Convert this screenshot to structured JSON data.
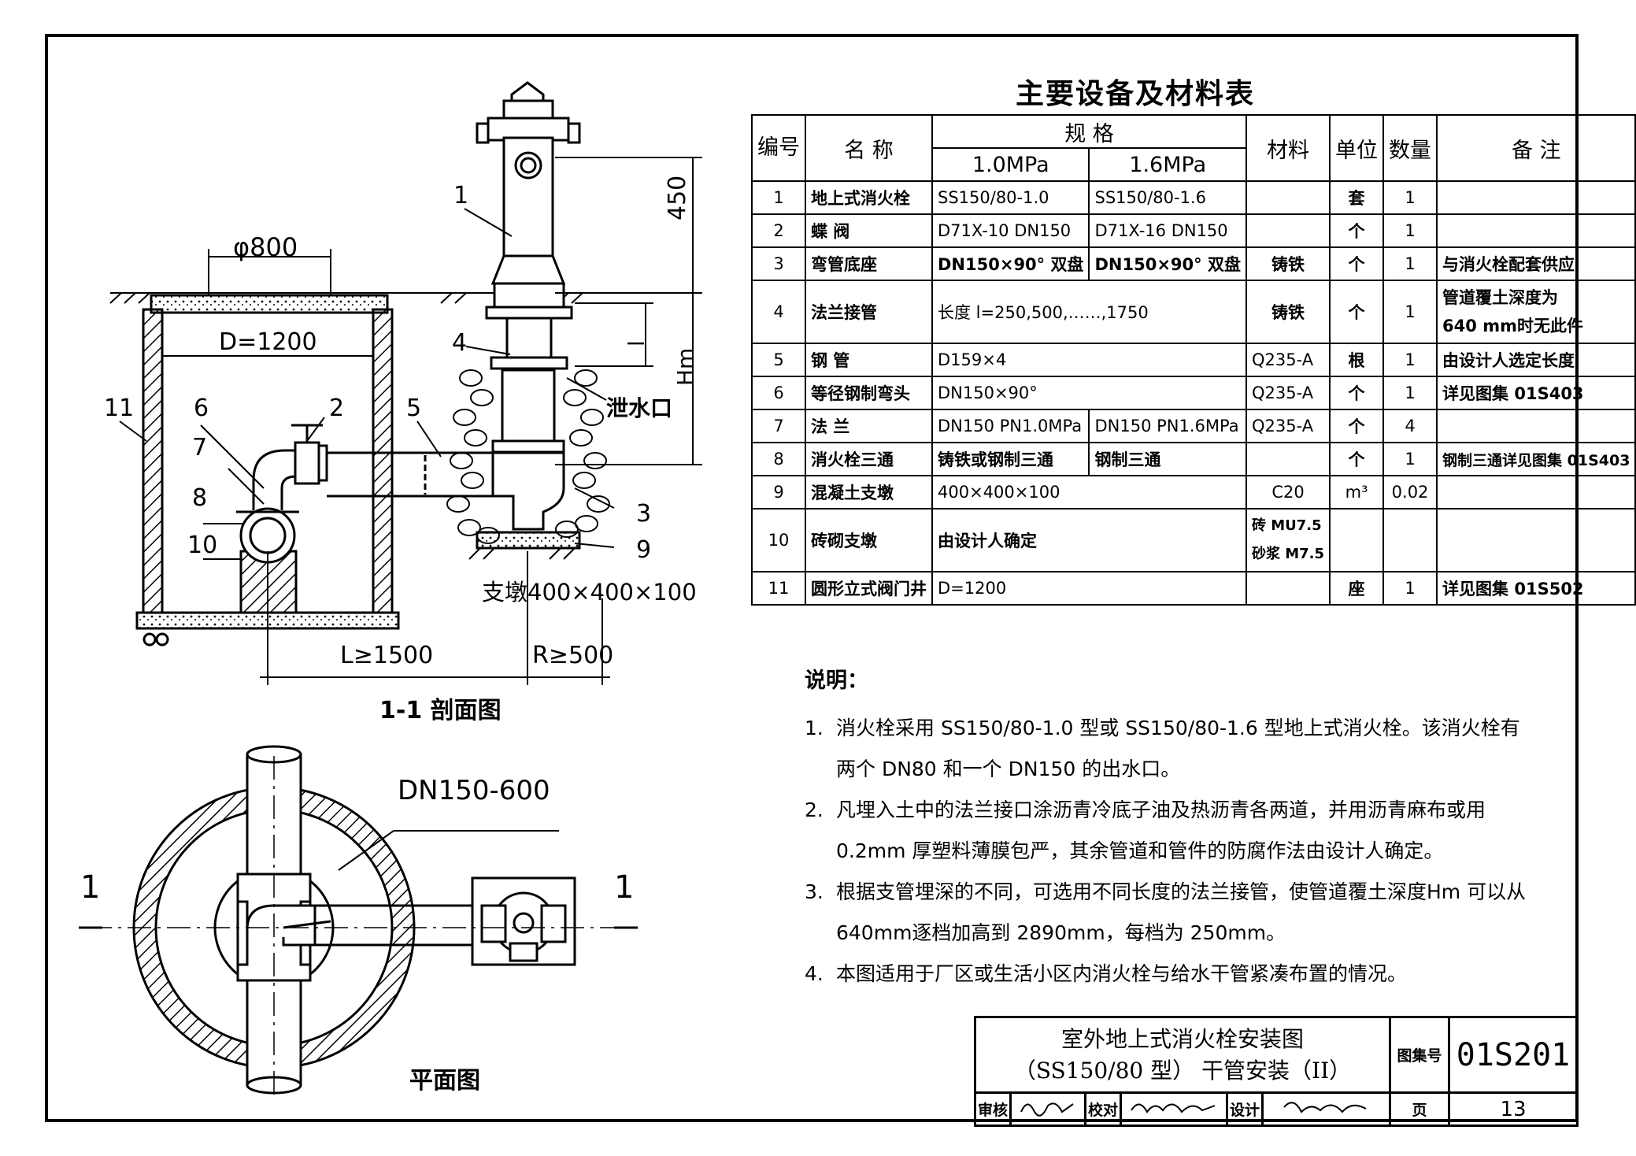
{
  "drawing": {
    "section_title": "1-1 剖面图",
    "plan_title": "平面图",
    "dims": {
      "well_opening": "φ800",
      "well_dia": "D=1200",
      "hydrant_height": "450",
      "l_dim": "l",
      "hm": "Hm",
      "l_dist": "L≥1500",
      "r_dist": "R≥500",
      "support": "支墩400×400×100",
      "drain": "泄水口",
      "pipe_spec": "DN150-600",
      "section_mark": "1"
    },
    "callouts": [
      "1",
      "2",
      "3",
      "4",
      "5",
      "6",
      "7",
      "8",
      "9",
      "10",
      "11"
    ]
  },
  "table": {
    "title": "主要设备及材料表",
    "headers": {
      "no": "编号",
      "name": "名  称",
      "spec": "规      格",
      "p1": "1.0MPa",
      "p2": "1.6MPa",
      "material": "材料",
      "unit": "单位",
      "qty": "数量",
      "remark": "备    注"
    },
    "rows": [
      {
        "no": "1",
        "name": "地上式消火栓",
        "s1": "SS150/80-1.0",
        "s2": "SS150/80-1.6",
        "mat": "",
        "unit": "套",
        "qty": "1",
        "remark": ""
      },
      {
        "no": "2",
        "name": "蝶  阀",
        "s1": "D71X-10  DN150",
        "s2": "D71X-16  DN150",
        "mat": "",
        "unit": "个",
        "qty": "1",
        "remark": ""
      },
      {
        "no": "3",
        "name": "弯管底座",
        "s1": "DN150×90° 双盘",
        "s2": "DN150×90° 双盘",
        "mat": "铸铁",
        "unit": "个",
        "qty": "1",
        "remark": "与消火栓配套供应"
      },
      {
        "no": "4",
        "name": "法兰接管",
        "s1": "长度 l=250,500,……,1750",
        "mat": "铸铁",
        "unit": "个",
        "qty": "1",
        "remark": "管道覆土深度为",
        "remark2": "640 mm时无此件"
      },
      {
        "no": "5",
        "name": "钢  管",
        "s1": "D159×4",
        "mat": "Q235-A",
        "unit": "根",
        "qty": "1",
        "remark": "由设计人选定长度"
      },
      {
        "no": "6",
        "name": "等径钢制弯头",
        "s1": "DN150×90°",
        "mat": "Q235-A",
        "unit": "个",
        "qty": "1",
        "remark": "详见图集 01S403"
      },
      {
        "no": "7",
        "name": "法  兰",
        "s1": "DN150 PN1.0MPa",
        "s2": "DN150 PN1.6MPa",
        "mat": "Q235-A",
        "unit": "个",
        "qty": "4",
        "remark": ""
      },
      {
        "no": "8",
        "name": "消火栓三通",
        "s1": "铸铁或钢制三通",
        "s2": "钢制三通",
        "mat": "",
        "unit": "个",
        "qty": "1",
        "remark": "钢制三通详见图集 01S403"
      },
      {
        "no": "9",
        "name": "混凝土支墩",
        "s1": "400×400×100",
        "mat": "C20",
        "unit": "m³",
        "qty": "0.02",
        "remark": ""
      },
      {
        "no": "10",
        "name": "砖砌支墩",
        "s1": "由设计人确定",
        "mat": "砖 MU7.5",
        "mat2": "砂浆 M7.5",
        "unit": "",
        "qty": "",
        "remark": ""
      },
      {
        "no": "11",
        "name": "圆形立式阀门井",
        "s1": "D=1200",
        "mat": "",
        "unit": "座",
        "qty": "1",
        "remark": "详见图集 01S502"
      }
    ]
  },
  "notes": {
    "heading": "说明：",
    "items": [
      {
        "num": "1.",
        "text": "消火栓采用 SS150/80-1.0 型或 SS150/80-1.6 型地上式消火栓。该消火栓有两个 DN80 和一个 DN150 的出水口。"
      },
      {
        "num": "2.",
        "text": "凡埋入土中的法兰接口涂沥青冷底子油及热沥青各两道，并用沥青麻布或用0.2mm 厚塑料薄膜包严，其余管道和管件的防腐作法由设计人确定。"
      },
      {
        "num": "3.",
        "text": "根据支管埋深的不同，可选用不同长度的法兰接管，使管道覆土深度Hm 可以从640mm逐档加高到 2890mm，每档为 250mm。"
      },
      {
        "num": "4.",
        "text": "本图适用于厂区或生活小区内消火栓与给水干管紧凑布置的情况。"
      }
    ]
  },
  "title_block": {
    "title_line1": "室外地上式消火栓安装图",
    "title_line2": "（SS150/80 型） 干管安装（II）",
    "atlas_label": "图集号",
    "atlas_no": "01S201",
    "review_label": "审核",
    "check_label": "校对",
    "design_label": "设计",
    "page_label": "页",
    "page_no": "13"
  }
}
